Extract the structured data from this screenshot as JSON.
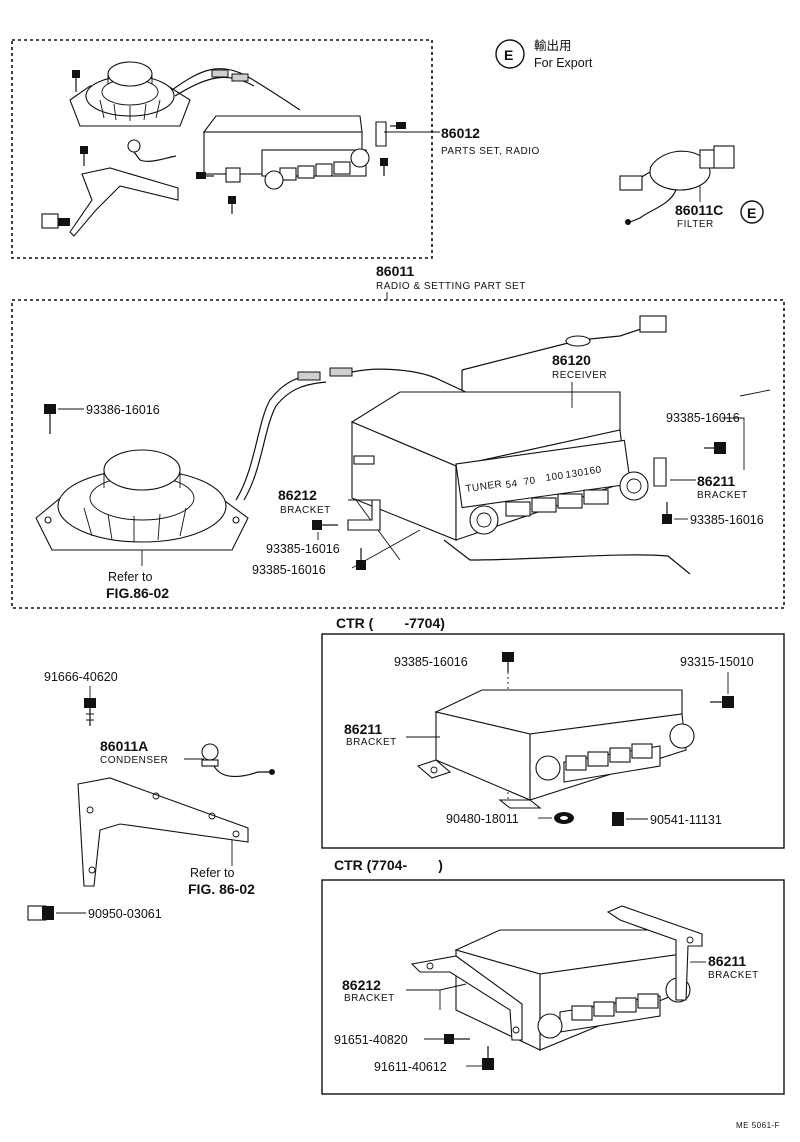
{
  "export_badge": {
    "letter": "E",
    "jp_text": "輸出用",
    "en_text": "For Export"
  },
  "parts_set_radio": {
    "number": "86012",
    "name": "PARTS SET, RADIO"
  },
  "filter": {
    "number": "86011C",
    "name": "FILTER",
    "badge": "E"
  },
  "radio_setting_set": {
    "number": "86011",
    "name": "RADIO & SETTING PART SET"
  },
  "receiver": {
    "number": "86120",
    "name": "RECEIVER",
    "dial_label": "TUNER",
    "dial_marks": [
      "54",
      "70",
      "100",
      "130",
      "160"
    ]
  },
  "labels": {
    "screw_a": "93386-16016",
    "screw_b_right": "93385-16016",
    "bracket_right": {
      "number": "86211",
      "name": "BRACKET"
    },
    "screw_c_right": "93385-16016",
    "bracket_left": {
      "number": "86212",
      "name": "BRACKET"
    },
    "screw_d": "93385-16016",
    "screw_e": "93385-16016",
    "speaker_ref": {
      "line1": "Refer to",
      "line2": "FIG.86-02"
    }
  },
  "ctr1": {
    "title": "CTR (        -7704)",
    "screw_top": "93385-16016",
    "screw_right": "93315-15010",
    "bracket": {
      "number": "86211",
      "name": "BRACKET"
    },
    "nut": "90480-18011",
    "clip": "90541-11131"
  },
  "left_parts": {
    "bolt": "91666-40620",
    "condenser": {
      "number": "86011A",
      "name": "CONDENSER"
    },
    "bracket_ref": {
      "line1": "Refer to",
      "line2": "FIG. 86-02"
    },
    "clip": "90950-03061"
  },
  "ctr2": {
    "title": "CTR (7704-        )",
    "bracket_right": {
      "number": "86211",
      "name": "BRACKET"
    },
    "bracket_left": {
      "number": "86212",
      "name": "BRACKET"
    },
    "screw_a": "91651-40820",
    "screw_b": "91611-40612"
  },
  "footer_code": "ME 5061-F"
}
